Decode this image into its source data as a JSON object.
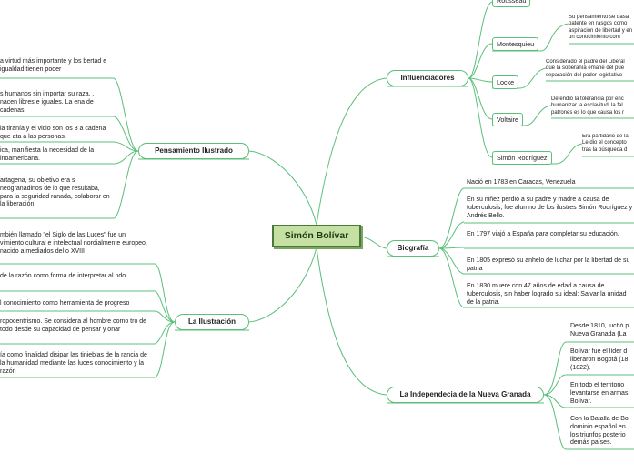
{
  "central": "Simón Bolívar",
  "colors": {
    "line": "#5bbf7a",
    "central_fill": "#c6e0a4",
    "central_border": "#4a7a3a"
  },
  "right": {
    "influenciadores": {
      "label": "Influenciadores",
      "items": [
        {
          "name": "Rousseau",
          "text": ""
        },
        {
          "name": "Montesquieu",
          "text": "Su pensamiento se basa patente en rasgos como aspiración de libertad y en un conocimiento com"
        },
        {
          "name": "Locke",
          "text": "Considerado el padre del Liberal que la soberanía emane del pue separación del poder legislativo"
        },
        {
          "name": "Voltaire",
          "text": "Defendió la tolerancia por enc humanizar la esclavitud, la fal patrones es lo que causa los r"
        },
        {
          "name": "Simón Rodríguez",
          "text": "Era partidario de la Le dio el concepto tras la búsqueda d"
        }
      ]
    },
    "biografia": {
      "label": "Biografía",
      "items": [
        "Nació en 1783 en Caracas, Venezuela",
        "En su niñez perdió a su padre y madre a causa de tuberculosis, fue alumno de los ilustres Simón Rodríguez y Andrés Bello.",
        "En 1797 viajó a España para completar su educación.",
        "En 1805 expresó su anhelo de luchar por la libertad de su patria",
        "En 1830 muere con 47 años de edad a causa de tuberculosis, sin haber logrado su ideal: Salvar la unidad de la patria."
      ]
    },
    "independencia": {
      "label": "La Independecia de la Nueva Granada",
      "items": [
        "Desde 1810, luchó p Nueva Granada (La",
        "Bolívar fue el líder d liberaron Bogotá (18 (1822).",
        "En todo el territorio levantarse en armas Bolívar.",
        "Con la Batalla de Bo dominio español en los triunfos posterio demás países."
      ]
    }
  },
  "left": {
    "pensamiento": {
      "label": "Pensamiento Ilustrado",
      "items": [
        "a virtud más importante y los bertad e igualdad tienen poder",
        "s humanos sin importar su raza, , nacen libres e iguales. La ena de cadenas.",
        "la tiranía y el vicio son los 3 a cadena que ata a las personas.",
        "ica, manifiesta la necesidad de la inoamericana.",
        "artagena, su objetivo era s neogranadinos de lo que resultaba, para la seguridad ranada, colaborar en la liberación"
      ]
    },
    "ilustracion": {
      "label": "La Ilustración",
      "items": [
        "mbién llamado \"el Siglo de las Luces\" fue un vimiento cultural e intelectual nordialmente europeo, nacido a mediados del o XVIII",
        "de la razón como forma de interpretar al ndo",
        "l conocimiento como herramienta de progreso",
        "ropocentrismo. Se considera al hombre como tro de todo desde su capacidad de pensar y onar",
        "ía como finalidad disipar las tinieblas de la rancia de la humanidad mediante las luces conocimiento y la razón"
      ]
    }
  }
}
